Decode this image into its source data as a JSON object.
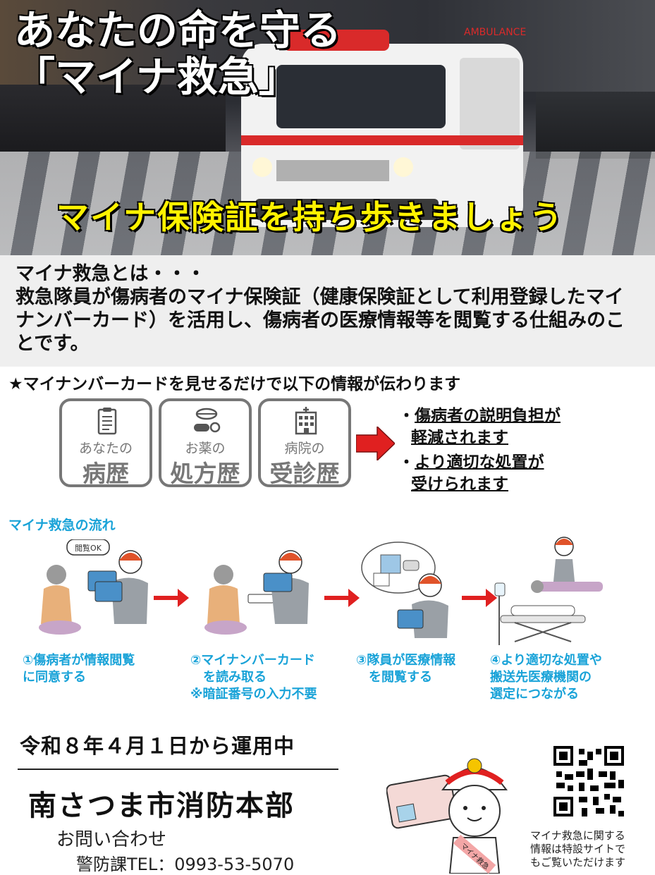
{
  "hero": {
    "title_line1": "あなたの命を守る",
    "title_line2": "「マイナ救急」",
    "slogan": "マイナ保険証を持ち歩きましょう",
    "ambulance_text": "AMBULANCE"
  },
  "definition": {
    "heading": "マイナ救急とは・・・",
    "body": "救急隊員が傷病者のマイナ保険証（健康保険証として利用登録したマイナンバーカード）を活用し、傷病者の医療情報等を閲覧する仕組みのことです。"
  },
  "info": {
    "lead": "★マイナンバーカードを見せるだけで以下の情報が伝わります",
    "cards": [
      {
        "icon": "clipboard-icon",
        "small": "あなたの",
        "big": "病歴"
      },
      {
        "icon": "pills-icon",
        "small": "お薬の",
        "big": "処方歴"
      },
      {
        "icon": "hospital-icon",
        "small": "病院の",
        "big": "受診歴"
      }
    ],
    "benefits": [
      {
        "bullet": "・",
        "line1": "傷病者の説明負担が",
        "line2": "軽減されます"
      },
      {
        "bullet": "・",
        "line1": "より適切な処置が",
        "line2": "受けられます"
      }
    ]
  },
  "flow": {
    "title": "マイナ救急の流れ",
    "bubble": "閲覧OK",
    "steps": [
      {
        "caption": "①傷病者が情報閲覧\nに同意する"
      },
      {
        "caption": "②マイナンバーカード\n　を読み取る\n※暗証番号の入力不要"
      },
      {
        "caption": "③隊員が医療情報\n　を閲覧する"
      },
      {
        "caption": "④より適切な処置や\n搬送先医療機関の\n選定につながる"
      }
    ]
  },
  "footer": {
    "date": "令和８年４月１日から運用中",
    "department": "南さつま市消防本部",
    "contact_label": "お問い合わせ",
    "tel": "警防課TEL：0993-53-5070",
    "qr_note": "マイナ救急に関する\n情報は特設サイトで\nもご覧いただけます",
    "sash_text": "マイナ救急"
  },
  "colors": {
    "accent_blue": "#1aa3d8",
    "slogan_yellow": "#fff200",
    "arrow_red": "#e02020",
    "card_gray": "#777777"
  }
}
